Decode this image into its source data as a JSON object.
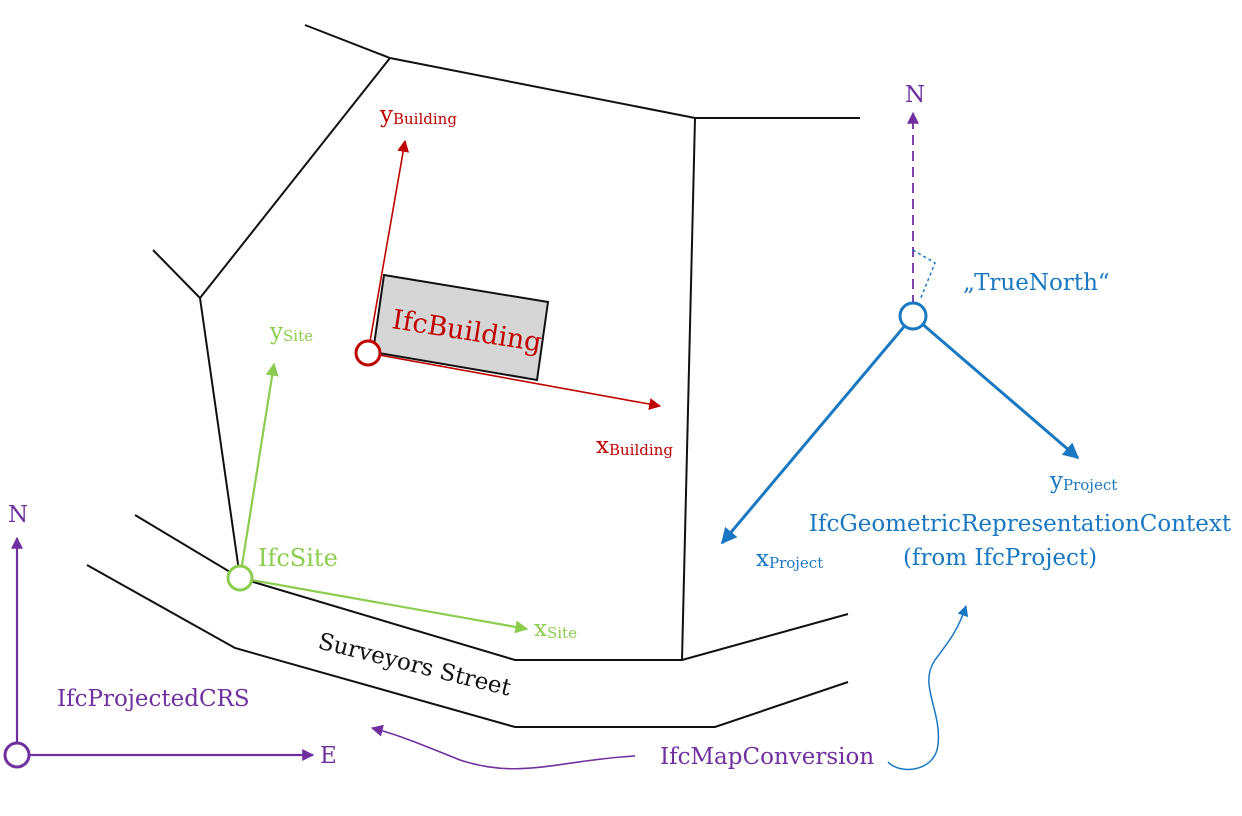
{
  "colors": {
    "black": "#111111",
    "red": "#c00000",
    "green": "#8ccc4e",
    "blue": "#1a78c2",
    "purple": "#7030a0",
    "building_fill": "#d6d6d6"
  },
  "labels": {
    "projected_crs": "IfcProjectedCRS",
    "map_conversion": "IfcMapConversion",
    "crs_north": "N",
    "crs_east": "E",
    "true_north_n": "N",
    "true_north": "„TrueNorth“",
    "site": "IfcSite",
    "site_x": "x",
    "site_x_sub": "Site",
    "site_y": "y",
    "site_y_sub": "Site",
    "building": "IfcBuilding",
    "building_x": "x",
    "building_x_sub": "Building",
    "building_y": "y",
    "building_y_sub": "Building",
    "project_x": "x",
    "project_x_sub": "Project",
    "project_y": "y",
    "project_y_sub": "Project",
    "context_line1": "IfcGeometricRepresentationContext",
    "context_line2": "(from IfcProject)",
    "street": "Surveyors Street"
  }
}
